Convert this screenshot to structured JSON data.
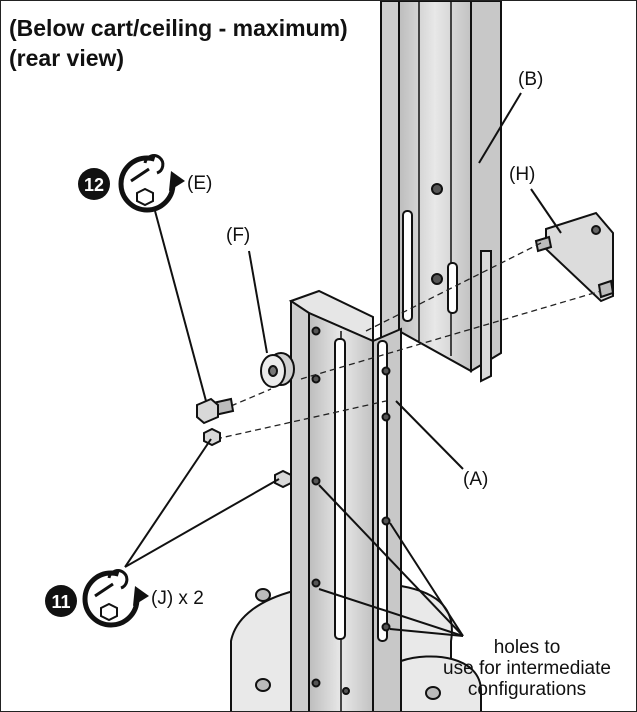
{
  "heading": {
    "line1": "(Below cart/ceiling - maximum)",
    "line2": "(rear view)"
  },
  "labels": {
    "b": "(B)",
    "h": "(H)",
    "f": "(F)",
    "e": "(E)",
    "a": "(A)",
    "j": "(J) x 2"
  },
  "steps": {
    "step12": "12",
    "step11": "11"
  },
  "note": {
    "line1": "holes to",
    "line2": "use for intermediate",
    "line3": "configurations"
  },
  "icons": [
    "wrench-tighten-icon",
    "wrench-tighten-icon"
  ],
  "colors": {
    "ink": "#111111",
    "metal": "#d6d6d6",
    "paper": "#ffffff"
  }
}
